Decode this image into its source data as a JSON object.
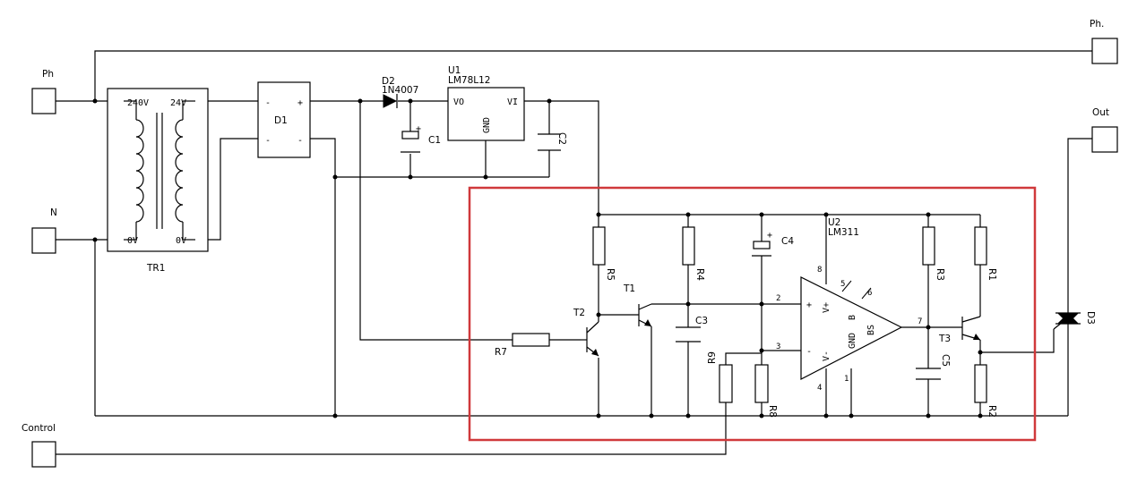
{
  "terminals": {
    "ph_left": "Ph",
    "n_left": "N",
    "control": "Control",
    "ph_right": "Ph.",
    "out": "Out"
  },
  "transformer": {
    "ref": "TR1",
    "primary_top": "240V",
    "secondary_top": "24V",
    "primary_bottom": "0V",
    "secondary_bottom": "0V"
  },
  "bridge": {
    "ref": "D1",
    "pin_minus": "-",
    "pin_plus": "+"
  },
  "diode": {
    "ref": "D2",
    "part": "1N4007"
  },
  "regulator": {
    "ref": "U1",
    "part": "LM78L12",
    "pin_vo": "VO",
    "pin_vi": "VI",
    "pin_gnd": "GND"
  },
  "capacitors": {
    "c1": "C1",
    "c2": "C2",
    "c3": "C3",
    "c4": "C4",
    "c5": "C5",
    "plus": "+"
  },
  "resistors": {
    "r1": "R1",
    "r2": "R2",
    "r3": "R3",
    "r4": "R4",
    "r5": "R5",
    "r7": "R7",
    "r8": "R8",
    "r9": "R9"
  },
  "transistors": {
    "t1": "T1",
    "t2": "T2",
    "t3": "T3"
  },
  "comparator": {
    "ref": "U2",
    "part": "LM311",
    "pin_vplus_in": "+",
    "pin_vminus_in": "-",
    "supply_plus": "V+",
    "supply_minus": "V-",
    "pin_b": "B",
    "pin_bs": "BS",
    "pin_gnd": "GND",
    "pin_num_2": "2",
    "pin_num_3": "3",
    "pin_num_4": "4",
    "pin_num_1": "1",
    "pin_num_5": "5",
    "pin_num_6": "6",
    "pin_num_7": "7",
    "pin_num_8": "8"
  },
  "triac": {
    "ref": "D3"
  },
  "colors": {
    "wire": "#000000",
    "highlight": "#d0393b",
    "background": "#ffffff"
  }
}
